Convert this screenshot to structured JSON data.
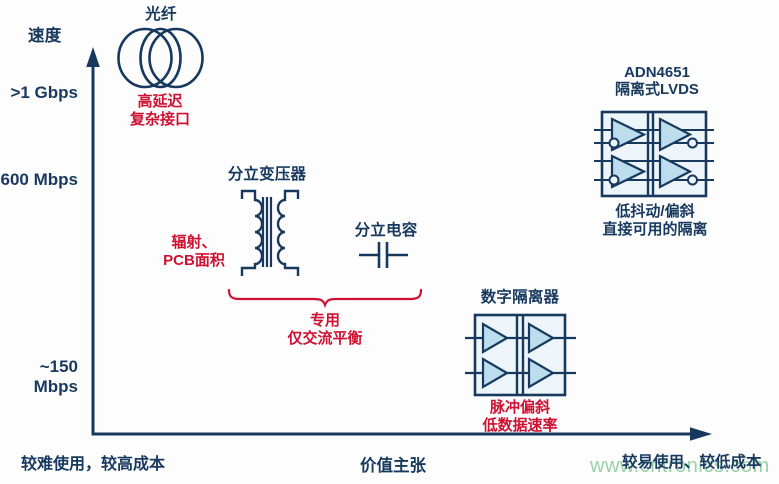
{
  "colors": {
    "navy": "#17395e",
    "red": "#ce1132",
    "triangle_fill": "#bcdded",
    "box_fill": "#eef5fa",
    "watermark_green": "#8ecc9d"
  },
  "y_axis": {
    "label": "速度",
    "ticks": [
      ">1 Gbps",
      "600 Mbps",
      "~150 Mbps"
    ]
  },
  "x_axis": {
    "left_label": "较难使用，较高成本",
    "center_label": "价值主张",
    "right_label": "较易使用、较低成本"
  },
  "items": {
    "fiber": {
      "title": "光纤",
      "icon": "fiber-rings-icon",
      "drawbacks": [
        "高延迟",
        "复杂接口"
      ]
    },
    "transformer": {
      "title": "分立变压器",
      "icon": "transformer-icon",
      "drawbacks": [
        "辐射、",
        "PCB面积"
      ]
    },
    "capacitor": {
      "title": "分立电容",
      "icon": "capacitor-icon"
    },
    "transformer_capacitor_group": {
      "drawbacks": [
        "专用",
        "仅交流平衡"
      ]
    },
    "digital_isolator": {
      "title": "数字隔离器",
      "icon": "digital-isolator-icon",
      "drawbacks": [
        "脉冲偏斜",
        "低数据速率"
      ]
    },
    "adn4651": {
      "title_lines": [
        "ADN4651",
        "隔离式LVDS"
      ],
      "icon": "lvds-isolator-icon",
      "benefits": [
        "低抖动/偏斜",
        "直接可用的隔离"
      ]
    }
  },
  "watermark": "www.cntronics.com"
}
